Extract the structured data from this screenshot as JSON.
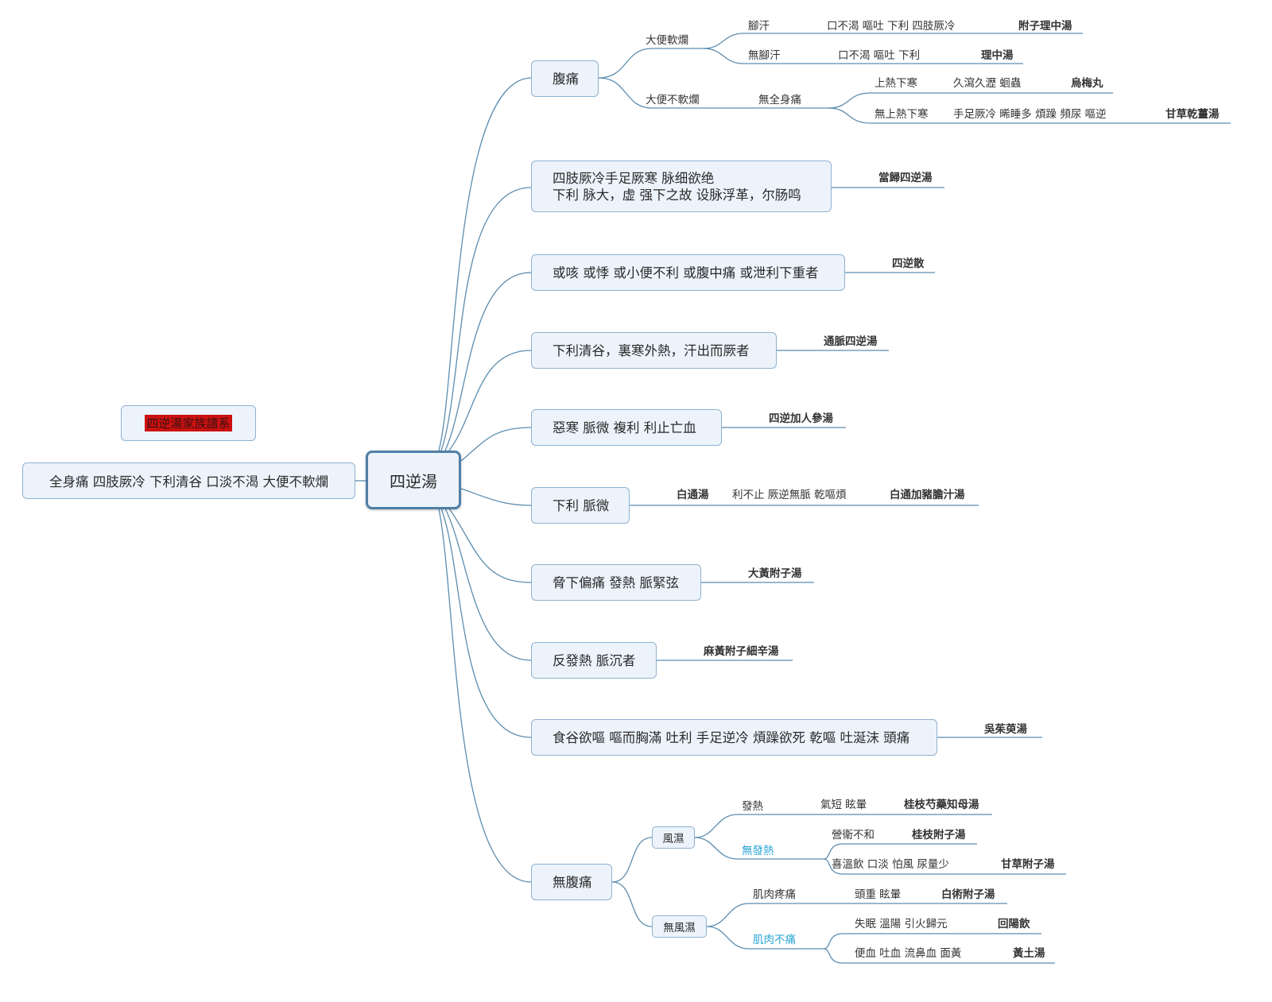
{
  "title": "四逆湯家族譜系",
  "central": "四逆湯",
  "summary": "全身痛  四肢厥冷 下利清谷  口淡不渴 大便不軟爛",
  "branches": {
    "abdominal_pain": {
      "label": "腹痛",
      "soft_stool": {
        "label": "大便軟爛",
        "sweat": {
          "label": "腳汗",
          "symptoms": "口不渴 嘔吐 下利 四肢厥冷",
          "formula": "附子理中湯"
        },
        "no_sweat": {
          "label": "無腳汗",
          "symptoms": "口不渴 嘔吐 下利",
          "formula": "理中湯"
        }
      },
      "not_soft_stool": {
        "label": "大便不軟爛",
        "sub": "無全身痛",
        "upper_heat": {
          "label": "上熱下寒",
          "symptoms": "久瀉久瀝 蛔蟲",
          "formula": "烏梅丸"
        },
        "no_upper_heat": {
          "label": "無上熱下寒",
          "symptoms": "手足厥冷 晞睡多 煩躁 頻尿 嘔逆",
          "formula": "甘草乾薑湯"
        }
      }
    },
    "cold_limbs": {
      "line1": "四肢厥冷手足厥寒 脉细欲绝",
      "line2": "下利 脉大，虚  强下之故 设脉浮革，尔肠鸣",
      "formula": "當歸四逆湯"
    },
    "cough": {
      "label": "或咳 或悸 或小便不利 或腹中痛 或泄利下重者",
      "formula": "四逆散"
    },
    "diarrhea_grain": {
      "label": "下利清谷，裏寒外熱，汗出而厥者",
      "formula": "通脈四逆湯"
    },
    "aversion_cold": {
      "label": "惡寒 脈微 複利  利止亡血",
      "formula": "四逆加人參湯"
    },
    "faint_pulse": {
      "label": "下利 脈微",
      "sub": "白通湯",
      "symptoms": "利不止 厥逆無脈 乾嘔煩",
      "formula": "白通加豬膽汁湯"
    },
    "hypochondrium": {
      "label": "脅下偏痛 發熱 脈緊弦",
      "formula": "大黃附子湯"
    },
    "fever": {
      "label": "反發熱 脈沉者",
      "formula": "麻黃附子細辛湯"
    },
    "vomit": {
      "label": "食谷欲嘔 嘔而胸滿 吐利 手足逆冷 煩躁欲死 乾嘔 吐涎沫 頭痛",
      "formula": "吳茱萸湯"
    },
    "no_abdominal_pain": {
      "label": "無腹痛",
      "wind_damp": {
        "label": "風濕",
        "fever": {
          "label": "發熱",
          "symptoms": "氣短 眩暈",
          "formula": "桂枝芍藥知母湯"
        },
        "no_fever": {
          "label": "無發熱",
          "a": {
            "symptoms": "營衛不和",
            "formula": "桂枝附子湯"
          },
          "b": {
            "symptoms": "喜溫飲 口淡 怕風 尿量少",
            "formula": "甘草附子湯"
          }
        }
      },
      "no_wind_damp": {
        "label": "無風濕",
        "muscle_pain": {
          "label": "肌肉疼痛",
          "symptoms": "頭重 眩暈",
          "formula": "白術附子湯"
        },
        "no_muscle_pain": {
          "label": "肌肉不痛",
          "a": {
            "symptoms": "失眠 溫陽 引火歸元",
            "formula": "回陽飲"
          },
          "b": {
            "symptoms": "便血 吐血 流鼻血 面黃",
            "formula": "黃土湯"
          }
        }
      }
    }
  },
  "colors": {
    "line": "#5b8db0",
    "box_fill": "#ecf3fb",
    "box_border": "#8fb2d0",
    "central_border": "#4f7fa6",
    "highlight_text": "#29a5d5",
    "title_bg": "#cc1111"
  }
}
